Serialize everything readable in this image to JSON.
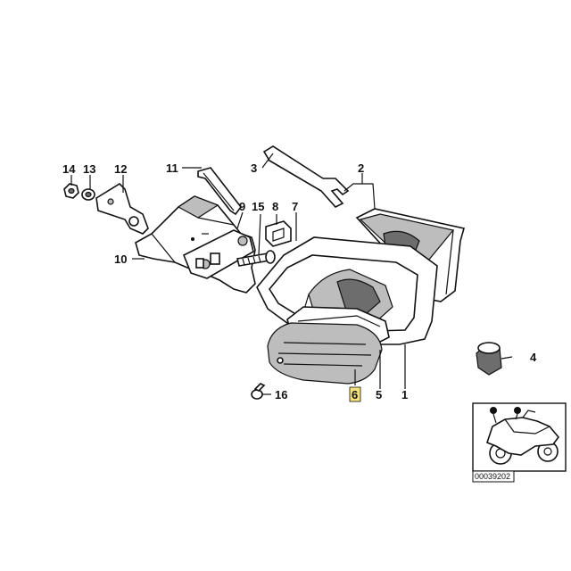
{
  "callouts": [
    {
      "id": "1",
      "label": "1"
    },
    {
      "id": "2",
      "label": "2"
    },
    {
      "id": "3",
      "label": "3"
    },
    {
      "id": "4",
      "label": "4"
    },
    {
      "id": "5",
      "label": "5"
    },
    {
      "id": "6",
      "label": "6",
      "highlight_color": "#f3e27a"
    },
    {
      "id": "7",
      "label": "7"
    },
    {
      "id": "8",
      "label": "8"
    },
    {
      "id": "9",
      "label": "9"
    },
    {
      "id": "10",
      "label": "10"
    },
    {
      "id": "11",
      "label": "11"
    },
    {
      "id": "12",
      "label": "12"
    },
    {
      "id": "13",
      "label": "13"
    },
    {
      "id": "14",
      "label": "14"
    },
    {
      "id": "15",
      "label": "15"
    },
    {
      "id": "16",
      "label": "16"
    }
  ],
  "inset": {
    "reference_number": "00039202",
    "icon": "motorcycle-icon"
  }
}
